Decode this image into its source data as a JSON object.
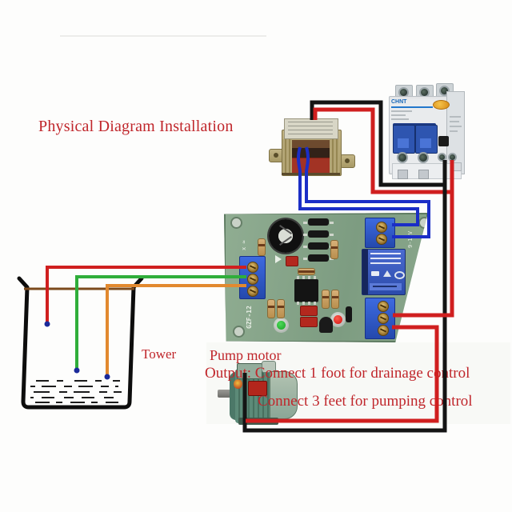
{
  "title": "Physical Diagram Installation",
  "labels": {
    "tank": "Tower",
    "motor": "Pump motor",
    "output_line1": "Output: Connect 1 foot for drainage control",
    "output_line2": "Connect 3 feet for pumping control"
  },
  "components": {
    "breaker": {
      "brand": "CHNT"
    },
    "pcb": {
      "model_silkscreen": "GZF-12",
      "voltage_silkscreen": "9-12V",
      "probe_marks": "x ≈"
    }
  },
  "colors": {
    "text_red": "#c0262b",
    "wire_red": "#d01f1f",
    "wire_black": "#141414",
    "wire_blue": "#1b2ec6",
    "wire_green": "#2fae3a",
    "wire_orange": "#e2892f",
    "rim_brown": "#7c4a1d",
    "probe_tip": "#1b2a9a",
    "beaker_black": "#0d0d0d",
    "water_black": "#1c1c1c",
    "pcb_green": "#85a289",
    "terminal_blue": "#2b57cf",
    "relay_blue": "#3a5cbe",
    "motor_green": "#5f8d7b",
    "breaker_body": "#e9ebed",
    "toggle_blue": "#3b66c9",
    "transformer_brass": "#b0a274"
  }
}
